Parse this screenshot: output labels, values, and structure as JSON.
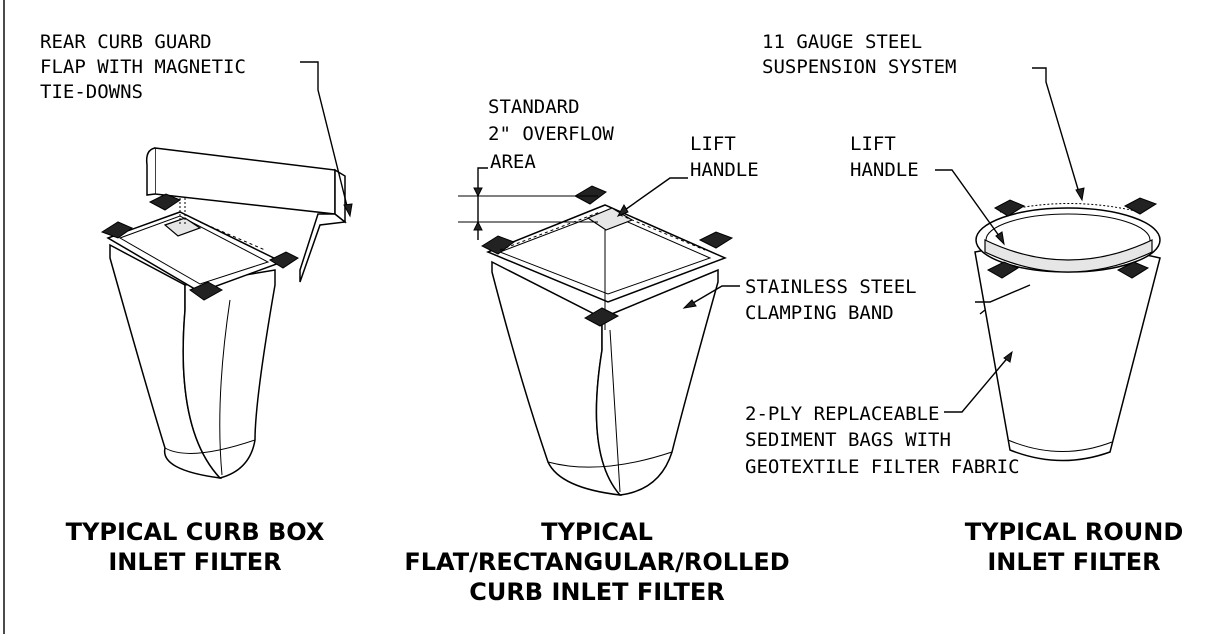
{
  "labels": {
    "rear_curb_guard": [
      "REAR CURB GUARD",
      "FLAP WITH MAGNETIC",
      "TIE-DOWNS"
    ],
    "standard_overflow": [
      "STANDARD",
      "2\" OVERFLOW",
      "AREA"
    ],
    "lift_handle_middle": [
      "LIFT",
      "HANDLE"
    ],
    "stainless_band": [
      "STAINLESS STEEL",
      "CLAMPING BAND"
    ],
    "suspension_system": [
      "11 GAUGE STEEL",
      "SUSPENSION SYSTEM"
    ],
    "lift_handle_right": [
      "LIFT",
      "HANDLE"
    ],
    "sediment_bags": [
      "2-PLY REPLACEABLE",
      "SEDIMENT BAGS WITH",
      "GEOTEXTILE FILTER FABRIC"
    ]
  },
  "titles": {
    "curb_box": [
      "TYPICAL CURB BOX",
      "INLET FILTER"
    ],
    "flat_rect": [
      "TYPICAL",
      "FLAT/RECTANGULAR/ROLLED",
      "CURB INLET FILTER"
    ],
    "round": [
      "TYPICAL ROUND",
      "INLET FILTER"
    ]
  },
  "colors": {
    "ink": "#000000",
    "paper": "#ffffff"
  }
}
